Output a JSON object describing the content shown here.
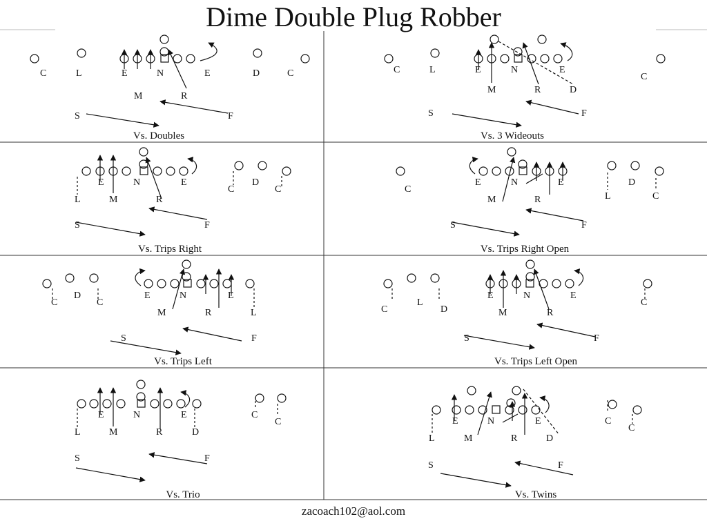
{
  "title": "Dime Double Plug Robber",
  "footer": "zacoach102@aol.com",
  "diagrams": [
    {
      "caption": "Vs. Doubles",
      "labels": [
        "C",
        "L",
        "E",
        "N",
        "E",
        "D",
        "C",
        "M",
        "R",
        "S",
        "F"
      ]
    },
    {
      "caption": "Vs. 3 Wideouts",
      "labels": [
        "C",
        "L",
        "E",
        "N",
        "E",
        "C",
        "M",
        "R",
        "D",
        "S",
        "F"
      ]
    },
    {
      "caption": "Vs. Trips Right",
      "labels": [
        "E",
        "N",
        "E",
        "C",
        "D",
        "C",
        "L",
        "M",
        "R",
        "S",
        "F"
      ]
    },
    {
      "caption": "Vs. Trips Right Open",
      "labels": [
        "C",
        "E",
        "N",
        "E",
        "D",
        "L",
        "C",
        "M",
        "R",
        "S",
        "F"
      ]
    },
    {
      "caption": "Vs. Trips Left",
      "labels": [
        "C",
        "D",
        "C",
        "E",
        "N",
        "E",
        "M",
        "R",
        "L",
        "S",
        "F"
      ]
    },
    {
      "caption": "Vs. Trips Left Open",
      "labels": [
        "C",
        "L",
        "D",
        "E",
        "N",
        "E",
        "C",
        "M",
        "R",
        "S",
        "F"
      ]
    },
    {
      "caption": "Vs. Trio",
      "labels": [
        "E",
        "N",
        "E",
        "C",
        "C",
        "L",
        "M",
        "R",
        "D",
        "S",
        "F"
      ]
    },
    {
      "caption": "Vs. Twins",
      "labels": [
        "E",
        "N",
        "E",
        "C",
        "C",
        "L",
        "M",
        "R",
        "D",
        "S",
        "F"
      ]
    }
  ]
}
